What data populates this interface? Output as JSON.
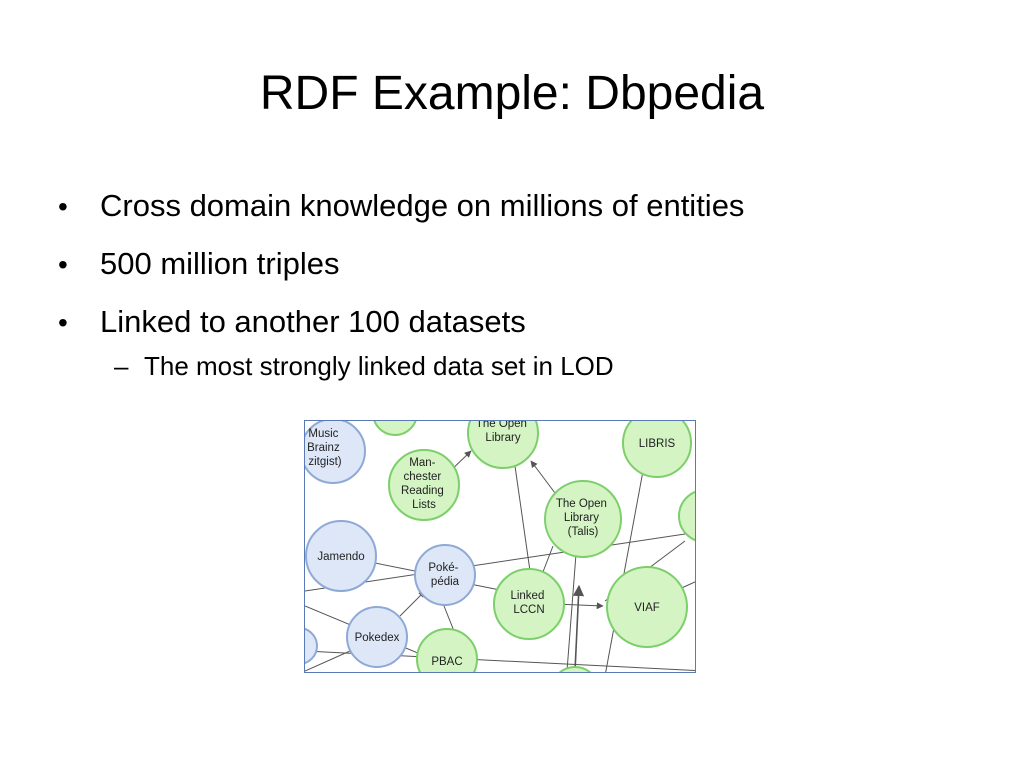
{
  "slide": {
    "title": "RDF Example: Dbpedia",
    "bullets": [
      {
        "text": "Cross domain knowledge on millions of entities"
      },
      {
        "text": "500 million triples"
      },
      {
        "text": "Linked to another 100 datasets"
      }
    ],
    "sub_bullet": {
      "marker": "–",
      "text": "The most strongly linked data set in LOD"
    },
    "bullet_marker": "•"
  },
  "figure": {
    "colors": {
      "green_fill": "#d4f4c4",
      "green_stroke": "#7ccf6a",
      "blue_fill": "#dde7f7",
      "blue_stroke": "#8fa9d6",
      "edge": "#555555",
      "border": "#5a7ab5"
    },
    "nodes": [
      {
        "id": "musicbrainz",
        "lines": [
          "Music",
          "Brainz",
          "zitgist)"
        ],
        "color": "blue"
      },
      {
        "id": "open-library",
        "lines": [
          "The Open",
          "Library"
        ],
        "color": "green"
      },
      {
        "id": "libris",
        "lines": [
          "LIBRIS"
        ],
        "color": "green"
      },
      {
        "id": "manchester",
        "lines": [
          "Man-",
          "chester",
          "Reading",
          "Lists"
        ],
        "color": "green"
      },
      {
        "id": "open-library-talis",
        "lines": [
          "The Open",
          "Library",
          "(Talis)"
        ],
        "color": "green"
      },
      {
        "id": "jamendo",
        "lines": [
          "Jamendo"
        ],
        "color": "blue"
      },
      {
        "id": "pokepedia",
        "lines": [
          "Poké-",
          "pédia"
        ],
        "color": "blue"
      },
      {
        "id": "linked-lccn",
        "lines": [
          "Linked",
          "LCCN"
        ],
        "color": "green"
      },
      {
        "id": "viaf",
        "lines": [
          "VIAF"
        ],
        "color": "green"
      },
      {
        "id": "pokedex",
        "lines": [
          "Pokedex"
        ],
        "color": "blue"
      },
      {
        "id": "pbac",
        "lines": [
          "PBAC"
        ],
        "color": "green"
      }
    ]
  }
}
